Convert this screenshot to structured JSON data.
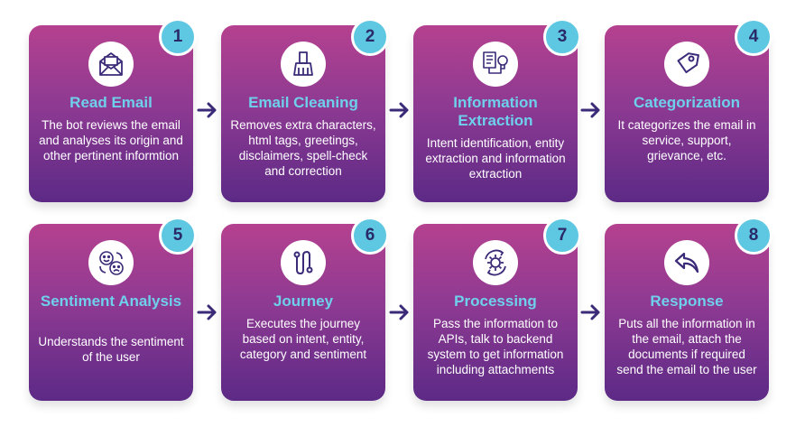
{
  "steps": [
    {
      "num": "1",
      "title": "Read Email",
      "desc": "The bot reviews the email and analyses its origin and other pertinent informtion",
      "icon": "envelope-icon"
    },
    {
      "num": "2",
      "title": "Email Cleaning",
      "desc": "Removes extra characters, html tags, greetings, disclaimers, spell-check and correction",
      "icon": "broom-icon"
    },
    {
      "num": "3",
      "title": "Information Extraction",
      "desc": "Intent identification, entity extraction and information extraction",
      "icon": "document-lightbulb-icon"
    },
    {
      "num": "4",
      "title": "Categorization",
      "desc": "It categorizes the email in service, support, grievance, etc.",
      "icon": "tag-icon"
    },
    {
      "num": "5",
      "title": "Sentiment Analysis",
      "desc": "Understands the sentiment of the user",
      "icon": "emoji-faces-icon"
    },
    {
      "num": "6",
      "title": "Journey",
      "desc": "Executes the journey based on intent, entity, category and sentiment",
      "icon": "path-icon"
    },
    {
      "num": "7",
      "title": "Processing",
      "desc": "Pass the information to APIs, talk to backend system to get information including attachments",
      "icon": "gear-cycle-icon"
    },
    {
      "num": "8",
      "title": "Response",
      "desc": "Puts all the information in the email, attach the documents if required send the email to the user",
      "icon": "reply-arrow-icon"
    }
  ],
  "colors": {
    "card_top": "#b5418f",
    "card_bottom": "#5c2a86",
    "title": "#6fd0ec",
    "badge": "#5ec8e2",
    "arrow": "#3b2a78"
  }
}
